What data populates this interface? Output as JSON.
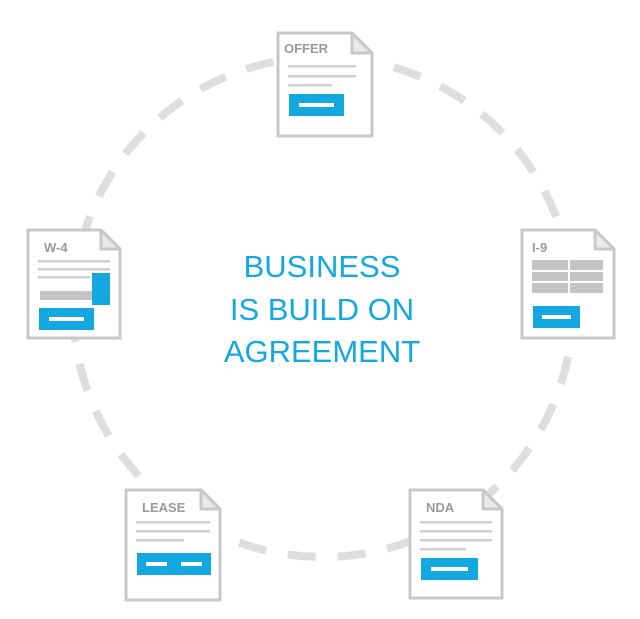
{
  "center_text": {
    "line1": "BUSINESS",
    "line2": "IS BUILD ON",
    "line3": "AGREEMENT"
  },
  "documents": {
    "offer": {
      "label": "OFFER",
      "icon": "offer-document-icon"
    },
    "i9": {
      "label": "I-9",
      "icon": "i9-document-icon"
    },
    "nda": {
      "label": "NDA",
      "icon": "nda-document-icon"
    },
    "lease": {
      "label": "LEASE",
      "icon": "lease-document-icon"
    },
    "w4": {
      "label": "W-4",
      "icon": "w4-document-icon"
    }
  },
  "colors": {
    "accent": "#13a8e0",
    "ring": "#dedede",
    "doc_border": "#c8c8c8",
    "doc_fold": "#e9e9e9",
    "doc_lines": "#cfcfcf",
    "form_block": "#c4c4c4",
    "label": "#9a9a9a"
  }
}
